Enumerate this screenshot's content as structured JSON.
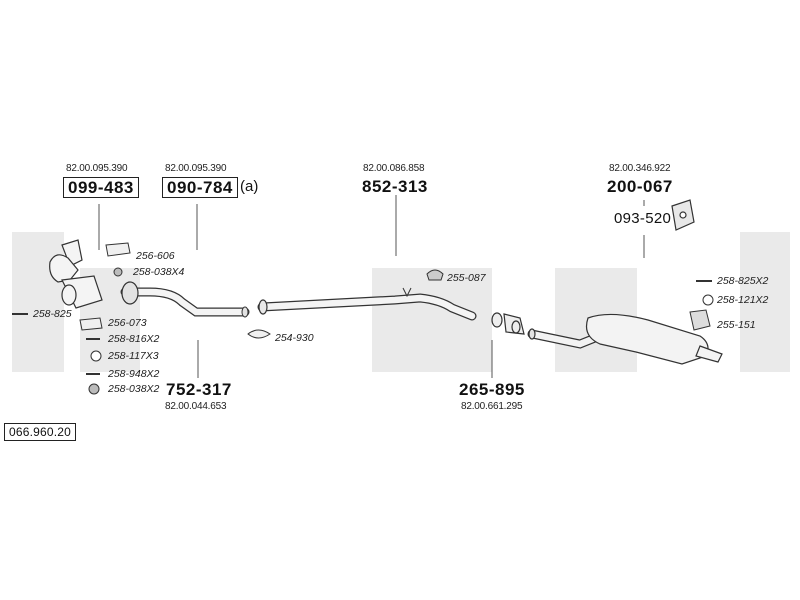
{
  "main_parts": [
    {
      "ref": "82.00.095.390",
      "part": "099-483"
    },
    {
      "ref": "82.00.095.390",
      "part": "090-784",
      "suffix": "(a)"
    },
    {
      "ref": "82.00.086.858",
      "part": "852-313"
    },
    {
      "ref": "82.00.346.922",
      "part": "200-067"
    },
    {
      "ref": "82.00.044.653",
      "part": "752-317"
    },
    {
      "ref": "82.00.661.295",
      "part": "265-895"
    }
  ],
  "secondary_part": "093-520",
  "small_parts": [
    "256-606",
    "258-038X4",
    "258-825",
    "256-073",
    "258-816X2",
    "258-117X3",
    "258-948X2",
    "258-038X2",
    "254-930",
    "255-087",
    "258-825X2",
    "258-121X2",
    "255-151"
  ],
  "catalog_number": "066.960.20"
}
